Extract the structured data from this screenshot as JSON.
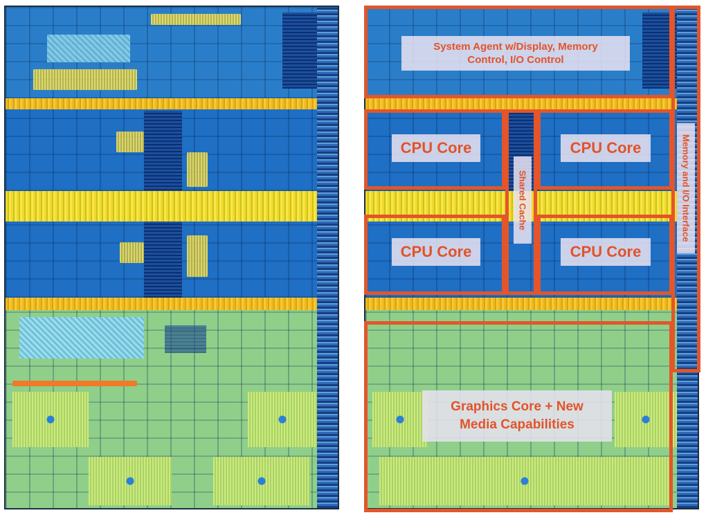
{
  "labels": {
    "system_agent": "System Agent w/Display, Memory Control, I/O Control",
    "cpu_core_1": "CPU Core",
    "cpu_core_2": "CPU Core",
    "cpu_core_3": "CPU Core",
    "cpu_core_4": "CPU Core",
    "shared_cache": "Shared Cache",
    "memory_io": "Memory and I/O Interface",
    "graphics": "Graphics Core + New Media Capabilities"
  },
  "colors": {
    "outline": "#e4552a",
    "label_text": "#e2532a",
    "die_blue": "#1f6fc4",
    "die_yellow": "#f2d22c",
    "die_orange": "#f0a21c",
    "die_green": "#9ed38a"
  }
}
